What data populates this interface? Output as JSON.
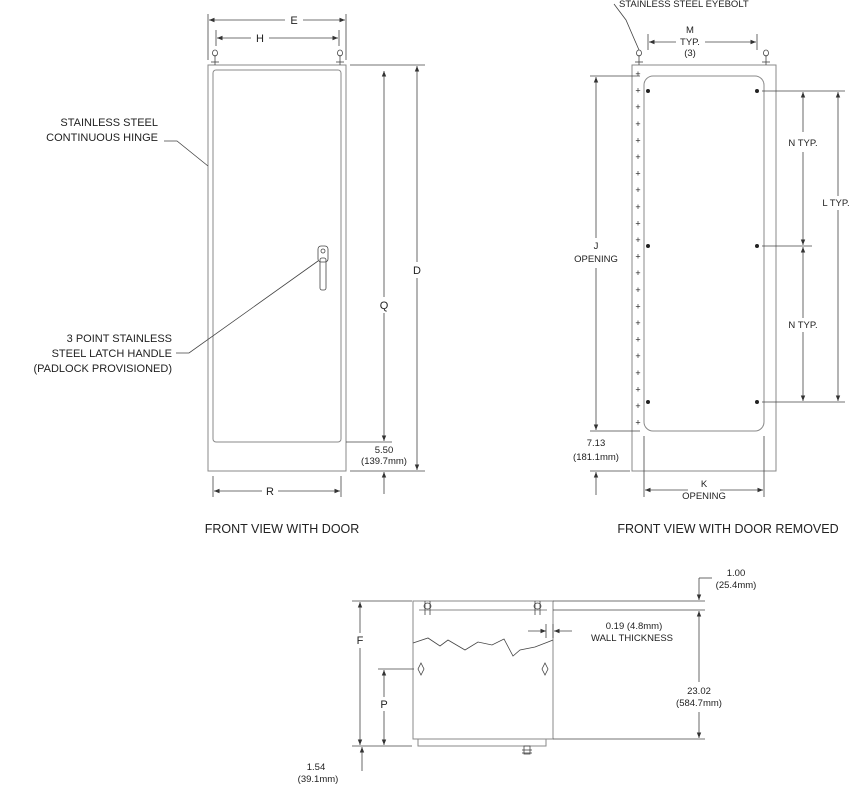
{
  "front_view_with_door": {
    "caption": "FRONT VIEW WITH DOOR",
    "dim_e": "E",
    "dim_h": "H",
    "dim_d": "D",
    "dim_q": "Q",
    "dim_r": "R",
    "base_height": "5.50",
    "base_height_mm": "(139.7mm)",
    "hinge_note_line1": "STAINLESS STEEL",
    "hinge_note_line2": "CONTINUOUS HINGE",
    "handle_note_line1": "3 POINT STAINLESS",
    "handle_note_line2": "STEEL LATCH HANDLE",
    "handle_note_line3": "(PADLOCK PROVISIONED)"
  },
  "front_view_door_removed": {
    "caption": "FRONT VIEW WITH DOOR REMOVED",
    "eyebolt_note": "STAINLESS STEEL EYEBOLT",
    "dim_m": "M",
    "dim_m_typ": "TYP.",
    "dim_m_count": "(3)",
    "dim_j": "J",
    "dim_j_sub": "OPENING",
    "dim_n_upper": "N TYP.",
    "dim_n_lower": "N TYP.",
    "dim_l": "L TYP.",
    "dim_k": "K",
    "dim_k_sub": "OPENING",
    "bottom_offset": "7.13",
    "bottom_offset_mm": "(181.1mm)"
  },
  "side_view": {
    "dim_f": "F",
    "dim_p": "P",
    "top_offset": "1.00",
    "top_offset_mm": "(25.4mm)",
    "wall_thickness": "0.19 (4.8mm)",
    "wall_thickness_label": "WALL THICKNESS",
    "depth": "23.02",
    "depth_mm": "(584.7mm)",
    "base_offset": "1.54",
    "base_offset_mm": "(39.1mm)"
  },
  "colors": {
    "linework": "#333333",
    "cabinet_outline": "#8a8a8a",
    "background": "#ffffff"
  }
}
